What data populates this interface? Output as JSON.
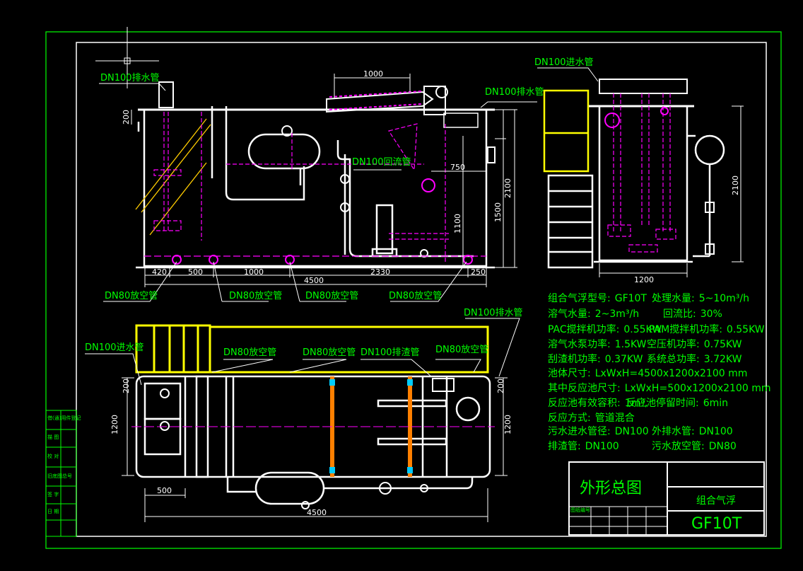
{
  "labels": {
    "dn100_drain_1": "DN100排水管",
    "dn100_drain_2": "DN100排水管",
    "dn100_drain_3": "DN100排水管",
    "dn100_inlet_1": "DN100进水管",
    "dn100_inlet_2": "DN100进水管",
    "dn100_return": "DN100回流管",
    "dn100_outlet": "DN100排渣管",
    "dn80_a": "DN80放空管",
    "dn80_b": "DN80放空管",
    "dn80_c": "DN80放空管",
    "dn80_d": "DN80放空管",
    "dn80_e": "DN80放空管",
    "dn80_f": "DN80放空管",
    "dn80_g": "DN80放空管"
  },
  "dims": {
    "d1000_top": "1000",
    "d200": "200",
    "d2100_front": "2100",
    "d1500": "1500",
    "d750": "750",
    "d1100": "1100",
    "d420": "420",
    "d500": "500",
    "d1000": "1000",
    "d2330": "2330",
    "d250": "250",
    "d4500": "4500",
    "d2100_side": "2100",
    "d1200_side": "1200",
    "d200_plan_l": "200",
    "d1200_plan_l": "1200",
    "d200_plan_r": "200",
    "d1200_plan_r": "1200",
    "d500_plan": "500",
    "d4500_plan": "4500"
  },
  "specs": [
    {
      "label": "组合气浮型号:",
      "value": "GF10T"
    },
    {
      "label": "处理水量:",
      "value": "5~10m³/h"
    },
    {
      "label": "溶气水量:",
      "value": "2~3m³/h"
    },
    {
      "label": "回流比:",
      "value": "30%"
    },
    {
      "label": "PAC搅拌机功率:",
      "value": "0.55KW"
    },
    {
      "label": "PAM搅拌机功率:",
      "value": "0.55KW"
    },
    {
      "label": "溶气水泵功率:",
      "value": "1.5KW"
    },
    {
      "label": "空压机功率:",
      "value": "0.75KW"
    },
    {
      "label": "刮渣机功率:",
      "value": "0.37KW"
    },
    {
      "label": "系统总功率:",
      "value": "3.72KW"
    },
    {
      "label": "池体尺寸:",
      "value": "LxWxH=4500x1200x2100 mm"
    },
    {
      "label": "其中反应池尺寸:",
      "value": "LxWxH=500x1200x2100 mm"
    },
    {
      "label": "反应池有效容积:",
      "value": "1m³,"
    },
    {
      "label": "反应池停留时间:",
      "value": "6min"
    },
    {
      "label": "反应方式:",
      "value": "管道混合"
    },
    {
      "label": "污水进水管径:",
      "value": "DN100"
    },
    {
      "label": "外排水管:",
      "value": "DN100"
    },
    {
      "label": "排渣管:",
      "value": "DN100"
    },
    {
      "label": "污水放空管:",
      "value": "DN80"
    }
  ],
  "title_block": {
    "drawing_title": "外形总图",
    "product": "组合气浮",
    "model": "GF10T",
    "small_label": "图纸编号"
  },
  "side_table": [
    "借(通)用件登记",
    "描 图",
    "校 对",
    "旧底图总号",
    "签 字",
    "日 期"
  ],
  "colors": {
    "background": "#000000",
    "outline": "#ffffff",
    "frame": "#00ff00",
    "centerline": "#ff00ff",
    "highlight": "#ffff00",
    "pipe_orange": "#ff8000"
  }
}
